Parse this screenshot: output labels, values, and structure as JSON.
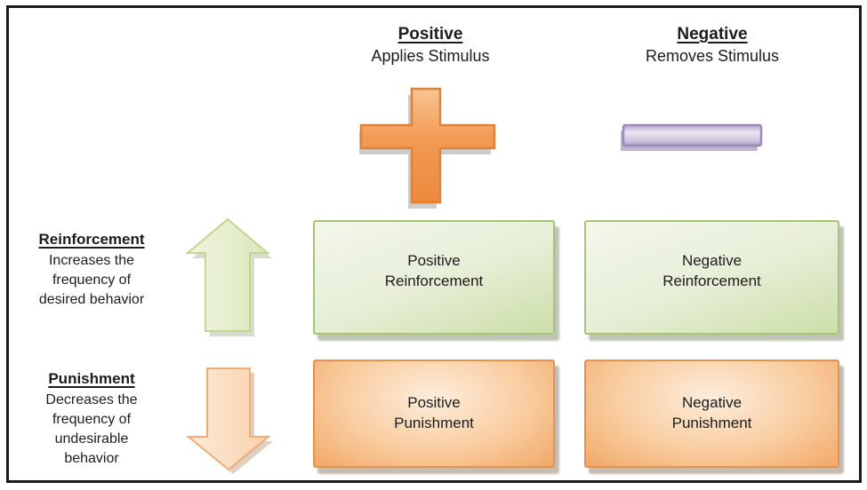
{
  "diagram": {
    "title_context": "Operant conditioning matrix",
    "columns": [
      {
        "key": "positive",
        "title": "Positive",
        "subtitle": "Applies Stimulus",
        "symbol": "plus-sign"
      },
      {
        "key": "negative",
        "title": "Negative",
        "subtitle": "Removes Stimulus",
        "symbol": "minus-sign"
      }
    ],
    "rows": [
      {
        "key": "reinforcement",
        "title": "Reinforcement",
        "description": "Increases the\nfrequency of\ndesired behavior",
        "arrow": "up"
      },
      {
        "key": "punishment",
        "title": "Punishment",
        "description": "Decreases the\nfrequency of\nundesirable\nbehavior",
        "arrow": "down"
      }
    ],
    "cells": [
      {
        "row": "reinforcement",
        "column": "positive",
        "label": "Positive\nReinforcement"
      },
      {
        "row": "reinforcement",
        "column": "negative",
        "label": "Negative\nReinforcement"
      },
      {
        "row": "punishment",
        "column": "positive",
        "label": "Positive\nPunishment"
      },
      {
        "row": "punishment",
        "column": "negative",
        "label": "Negative\nPunishment"
      }
    ]
  },
  "colors": {
    "frame_border": "#1A1A1A",
    "plus_symbol": "#EF9245",
    "plus_border": "#E08136",
    "minus_symbol": "#CCC2DE",
    "minus_border": "#9A8BBB",
    "up_arrow_fill": "#E8F0D2",
    "up_arrow_border": "#C3D493",
    "down_arrow_fill": "#FBDEC2",
    "down_arrow_border": "#EDAD79",
    "reinforcement_cell": "#DDE9C4",
    "punishment_cell": "#F6C493",
    "text": "#1C1C1C"
  }
}
